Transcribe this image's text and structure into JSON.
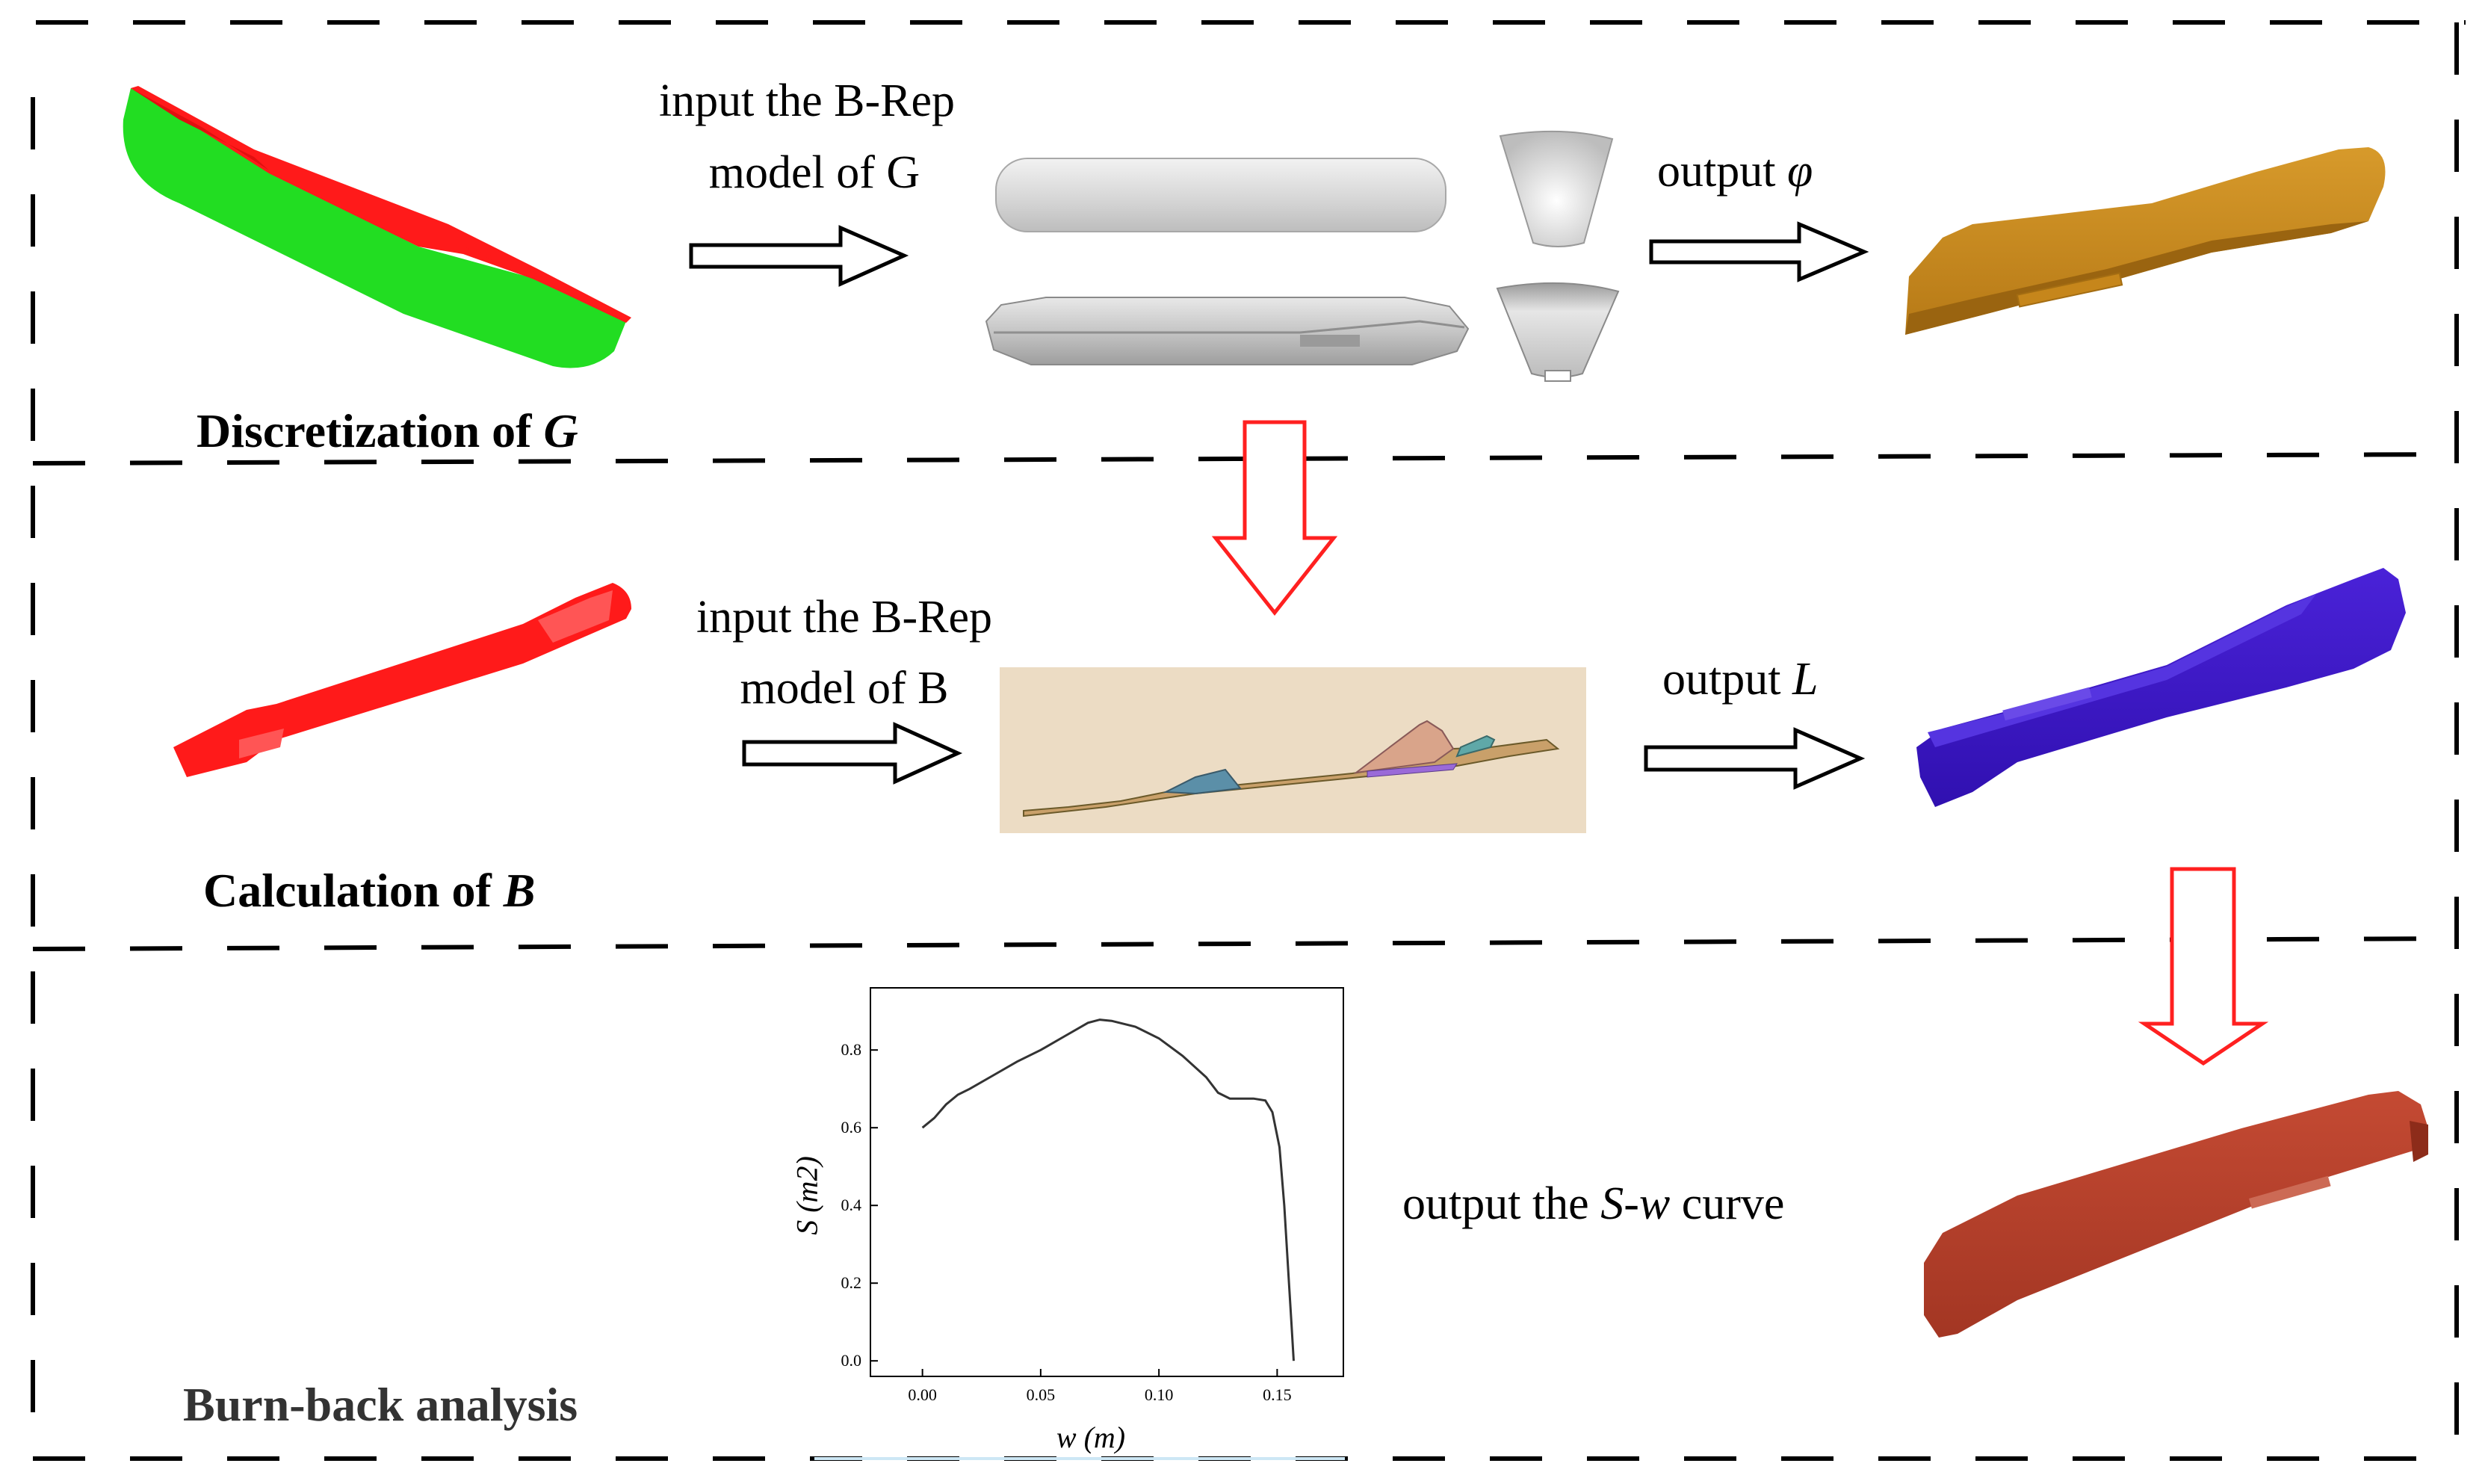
{
  "sections": {
    "discretization": {
      "title_prefix": "Discretization of ",
      "title_var": "G"
    },
    "calculation": {
      "title_prefix": "Calculation of ",
      "title_var": "B"
    },
    "burnback": {
      "title": "Burn-back analysis"
    }
  },
  "labels": {
    "input_g_line1": "input the B-Rep",
    "input_g_line2": "model of G",
    "output_phi_prefix": "output ",
    "output_phi_var": "φ",
    "input_b_line1": "input the B-Rep",
    "input_b_line2": "model of B",
    "output_l_prefix": "output ",
    "output_l_var": "L",
    "output_sw_prefix": "output the ",
    "output_sw_s": "S",
    "output_sw_dash": "-",
    "output_sw_w": "w",
    "output_sw_suffix": " curve"
  },
  "colors": {
    "green_grain": "#22dd22",
    "red_grain": "#ff1a1a",
    "gold_grain": "#c98a1f",
    "blue_grain": "#3b16c8",
    "rust_grain": "#b8412c",
    "gray_model": "#cfcfcf",
    "mesh_bg": "#ecdcc4",
    "red_arrow": "#ff2020"
  },
  "chart_data": {
    "type": "line",
    "xlabel": "w (m)",
    "ylabel": "S (m2)",
    "x_ticks": [
      "0.00",
      "0.05",
      "0.10",
      "0.15"
    ],
    "y_ticks": [
      "0.0",
      "0.2",
      "0.4",
      "0.6",
      "0.8"
    ],
    "xlim": [
      -0.022,
      0.178
    ],
    "ylim": [
      -0.04,
      0.96
    ],
    "series": [
      {
        "x": [
          0.0,
          0.005,
          0.01,
          0.015,
          0.02,
          0.03,
          0.04,
          0.05,
          0.06,
          0.07,
          0.075,
          0.08,
          0.09,
          0.1,
          0.11,
          0.12,
          0.125,
          0.13,
          0.135,
          0.14,
          0.145,
          0.148,
          0.151,
          0.153,
          0.155,
          0.156,
          0.157
        ],
        "y": [
          0.6,
          0.625,
          0.66,
          0.685,
          0.7,
          0.735,
          0.77,
          0.8,
          0.835,
          0.87,
          0.878,
          0.875,
          0.86,
          0.83,
          0.785,
          0.73,
          0.69,
          0.675,
          0.675,
          0.675,
          0.67,
          0.64,
          0.55,
          0.4,
          0.2,
          0.1,
          0.0
        ]
      }
    ]
  }
}
